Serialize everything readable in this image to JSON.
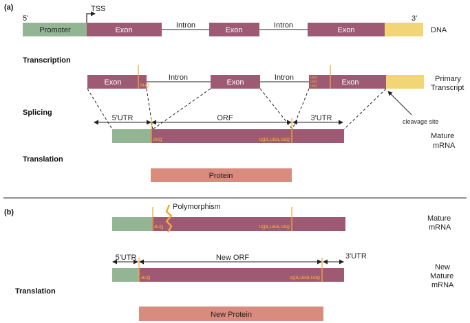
{
  "colors": {
    "exon": "#9e5a73",
    "promoter": "#94b594",
    "utr3": "#f2d675",
    "protein": "#d98b7e",
    "codon": "#f2a93b",
    "line": "#222222"
  },
  "panel_a": {
    "label": "(a)",
    "dna": {
      "five_prime": "5'",
      "three_prime": "3'",
      "tss": "TSS",
      "promoter": "Promoter",
      "exon1": "Exon",
      "intron1": "Intron",
      "exon2": "Exon",
      "intron2": "Intron",
      "exon3": "Exon",
      "label": "DNA"
    },
    "transcription": {
      "label": "Transcription",
      "exon1": "Exon",
      "aug": "aug",
      "intron1": "Intron",
      "exon2": "Exon",
      "intron2": "Intron",
      "stop_small": [
        "uga,",
        "uaa,",
        "uag"
      ],
      "exon3": "Exon",
      "label_line1": "Primary",
      "label_line2": "Transcript",
      "cleavage": "cleavage site"
    },
    "splicing": {
      "label": "Splicing",
      "utr5": "5'UTR",
      "orf": "ORF",
      "utr3": "3'UTR",
      "aug": "aug",
      "stop": "uga,uaa,uag",
      "label_line1": "Mature",
      "label_line2": "mRNA"
    },
    "translation": {
      "label": "Translation",
      "protein": "Protein"
    }
  },
  "panel_b": {
    "label": "(b)",
    "mutant": {
      "polymorphism": "Polymorphism",
      "aug": "aug",
      "stop": "uga,uaa,uag",
      "label_line1": "Mature",
      "label_line2": "mRNA"
    },
    "new_mrna": {
      "utr5": "5'UTR",
      "orf": "New ORF",
      "utr3": "3'UTR",
      "aug": "aug",
      "stop": "uga,uaa,uag",
      "label_line1": "New",
      "label_line2": "Mature",
      "label_line3": "mRNA"
    },
    "translation": {
      "label": "Translation",
      "protein": "New Protein"
    }
  }
}
